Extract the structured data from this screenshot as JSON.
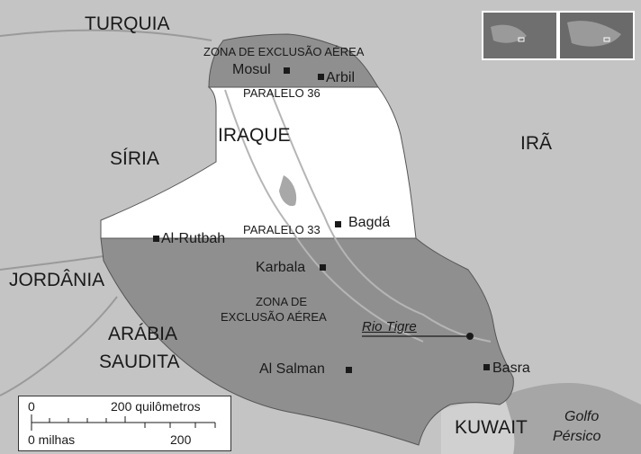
{
  "map": {
    "countries": {
      "turkey": "TURQUIA",
      "syria": "SÍRIA",
      "iraq": "IRAQUE",
      "iran": "IRÃ",
      "jordan": "JORDÂNIA",
      "saudi_arabia_line1": "ARÁBIA",
      "saudi_arabia_line2": "SAUDITA",
      "kuwait": "KUWAIT"
    },
    "gulf": {
      "line1": "Golfo",
      "line2": "Pérsico"
    },
    "zones": {
      "north": "ZONA DE EXCLUSÃO AÉREA",
      "south_line1": "ZONA DE",
      "south_line2": "EXCLUSÃO AÉREA"
    },
    "parallels": {
      "p36": "PARALELO 36",
      "p33": "PARALELO 33"
    },
    "cities": {
      "mosul": "Mosul",
      "arbil": "Arbil",
      "baghdad": "Bagdá",
      "rutbah": "Al-Rutbah",
      "karbala": "Karbala",
      "salman": "Al Salman",
      "basra": "Basra"
    },
    "river": "Rio Tigre",
    "colors": {
      "zone_fill": "#8f8f8f",
      "central_fill": "#ffffff",
      "neighbor_fill": "#c2c2c2",
      "water_fill": "#a9a9a9"
    }
  },
  "scale": {
    "km_zero": "0",
    "km_value": "200 quilômetros",
    "mi_label": "0 milhas",
    "mi_value": "200"
  }
}
